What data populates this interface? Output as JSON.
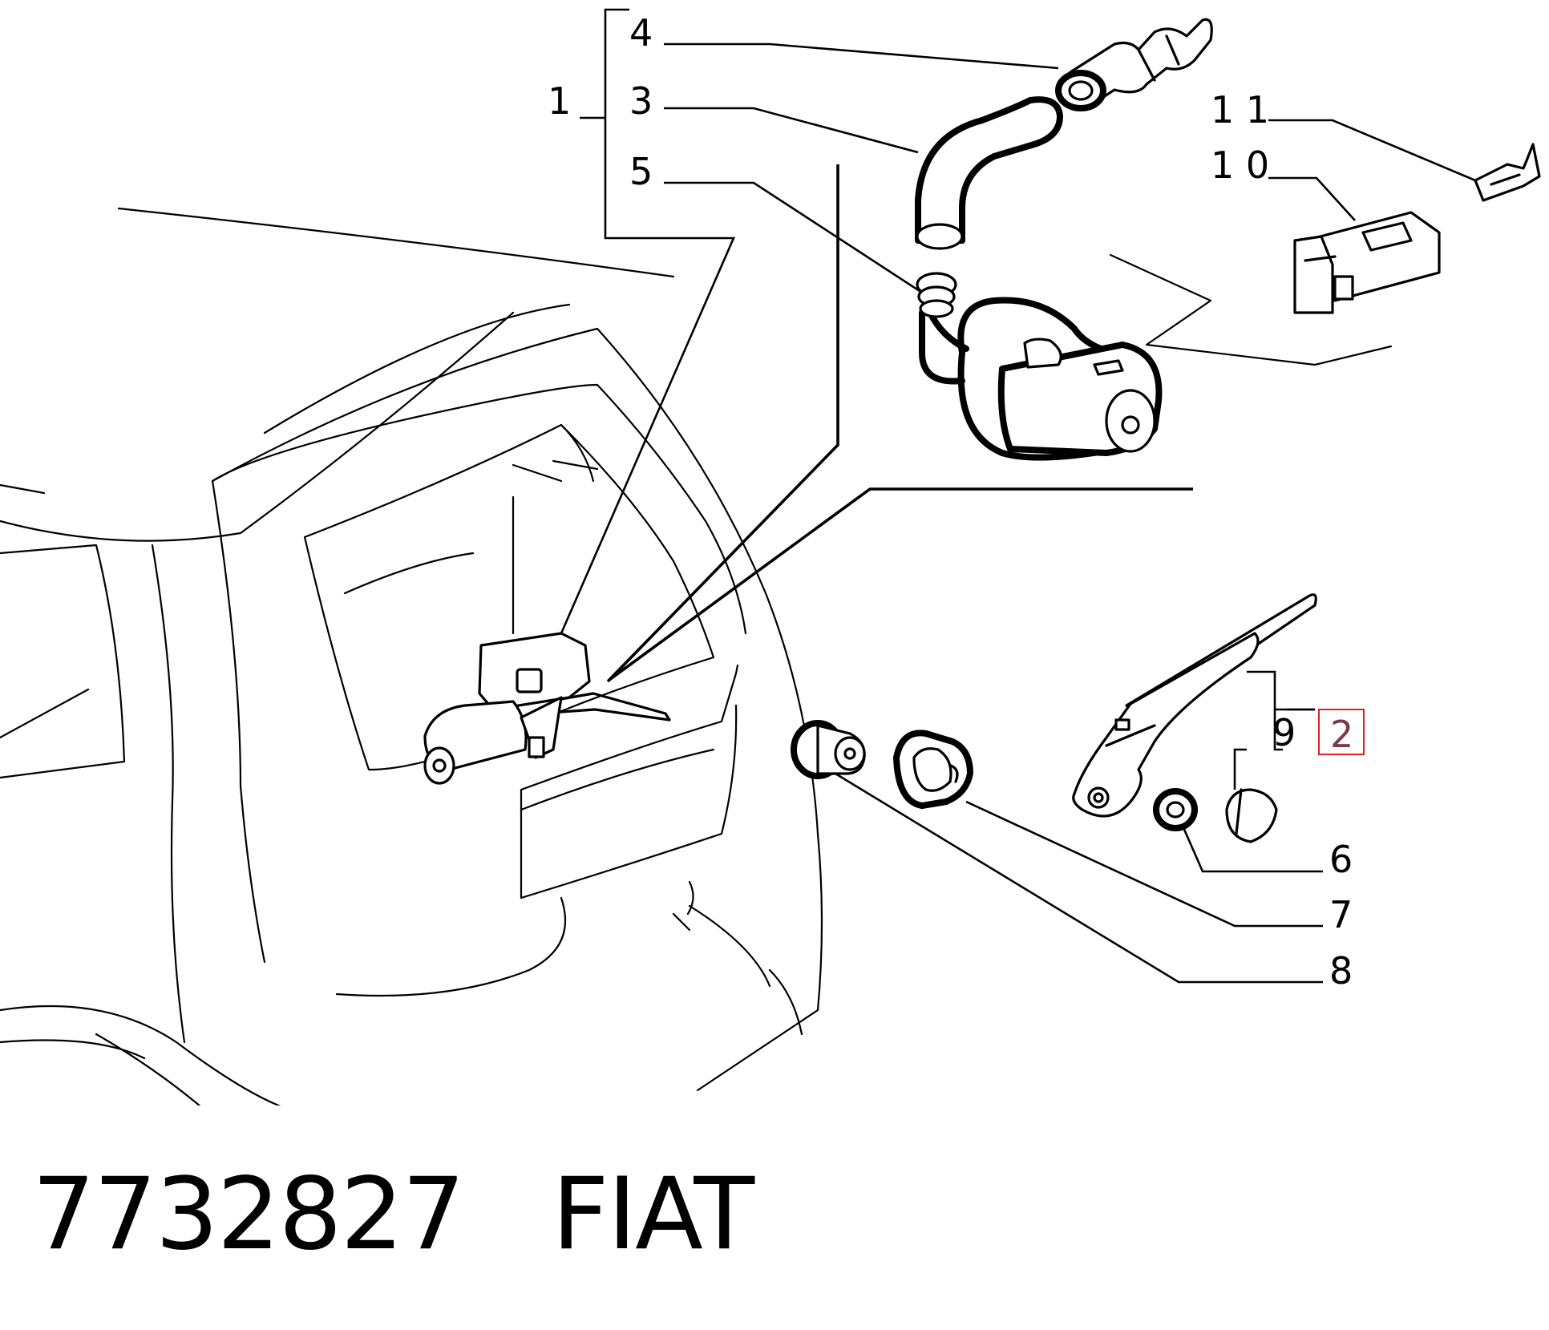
{
  "callouts": {
    "c1": "1",
    "c2": "2",
    "c3": "3",
    "c4": "4",
    "c5": "5",
    "c6": "6",
    "c7": "7",
    "c8": "8",
    "c9": "9",
    "c10": "1 0",
    "c11": "1 1"
  },
  "highlight": {
    "callout": "2",
    "stroke_color": "#e02020",
    "text_color": "#7a3a4a"
  },
  "caption": {
    "part_number": "7732827",
    "brand": "FIAT"
  }
}
